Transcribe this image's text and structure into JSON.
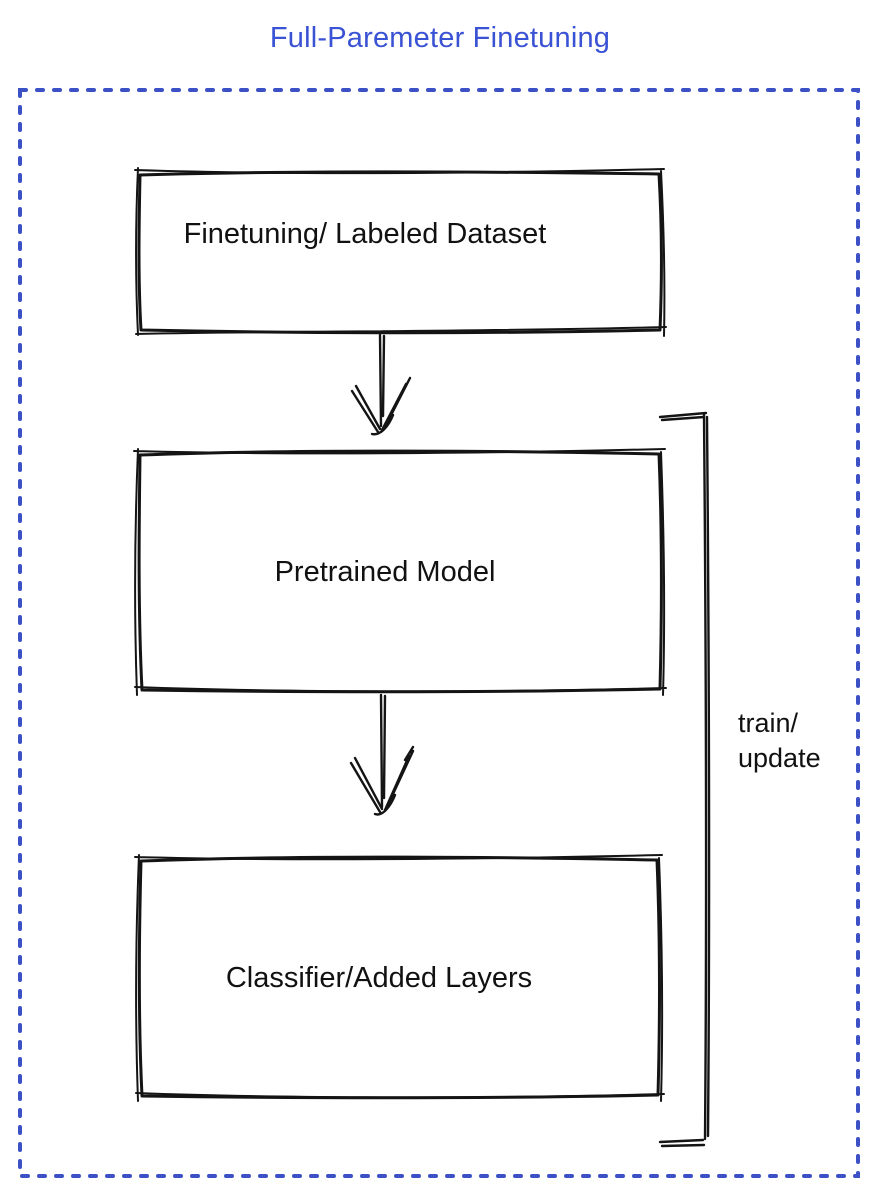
{
  "title": "Full-Paremeter Finetuning",
  "boxes": {
    "dataset": {
      "label": "Finetuning/ Labeled Dataset",
      "fill": "#8a919b"
    },
    "pretrained": {
      "label": "Pretrained Model",
      "fill": "#4b6ef1"
    },
    "classifier": {
      "label": "Classifier/Added Layers",
      "fill": "#3ebc5b"
    }
  },
  "bracket": {
    "lines": [
      "train/",
      "update"
    ]
  },
  "colors": {
    "title-blue": "#3a52d4",
    "border-blue": "#3d51c6",
    "box-gray": "#8a919b",
    "box-blue": "#4b6ef1",
    "box-green": "#3ebc5b",
    "ink": "#141414"
  }
}
